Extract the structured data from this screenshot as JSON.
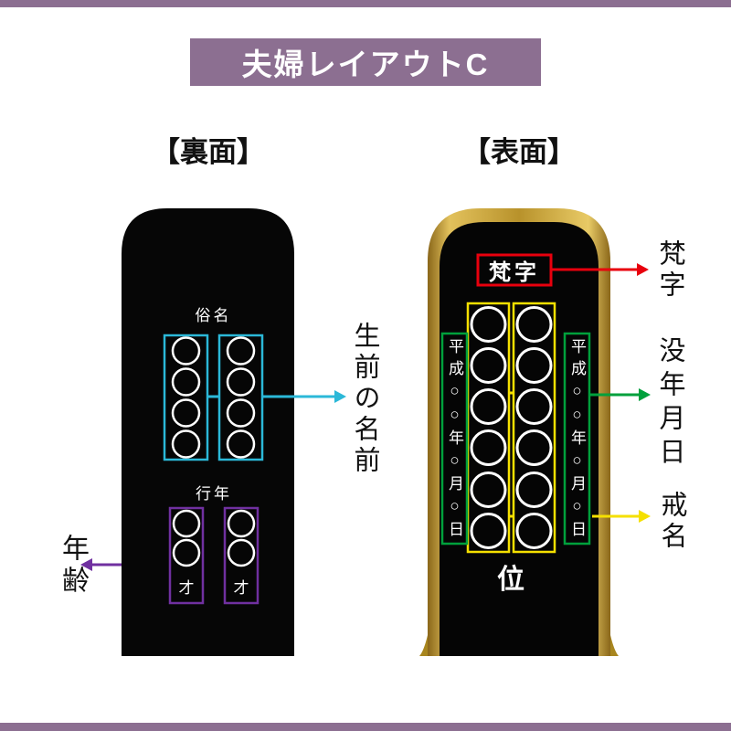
{
  "header": {
    "title": "夫婦レイアウトC"
  },
  "back": {
    "heading": "【裏面】",
    "secular_name_label": "俗名",
    "age_label": "行年",
    "sai": "才",
    "annotation_name": "生前の名前",
    "annotation_age": "年齢"
  },
  "front": {
    "heading": "【表面】",
    "bonji": "梵字",
    "annotation_bonji": "梵字",
    "date_text": "平成○○年○月○日",
    "kurai": "位",
    "annotation_death_date": "没年月日",
    "annotation_kaimyo": "戒名"
  },
  "colors": {
    "accent_purple": "#8c6f91",
    "cyan": "#2bb8d8",
    "violet": "#7030a0",
    "red": "#e8000d",
    "green": "#00a03c",
    "yellow": "#f5e000",
    "gold": "#c9a227",
    "tablet_black": "#050505"
  }
}
